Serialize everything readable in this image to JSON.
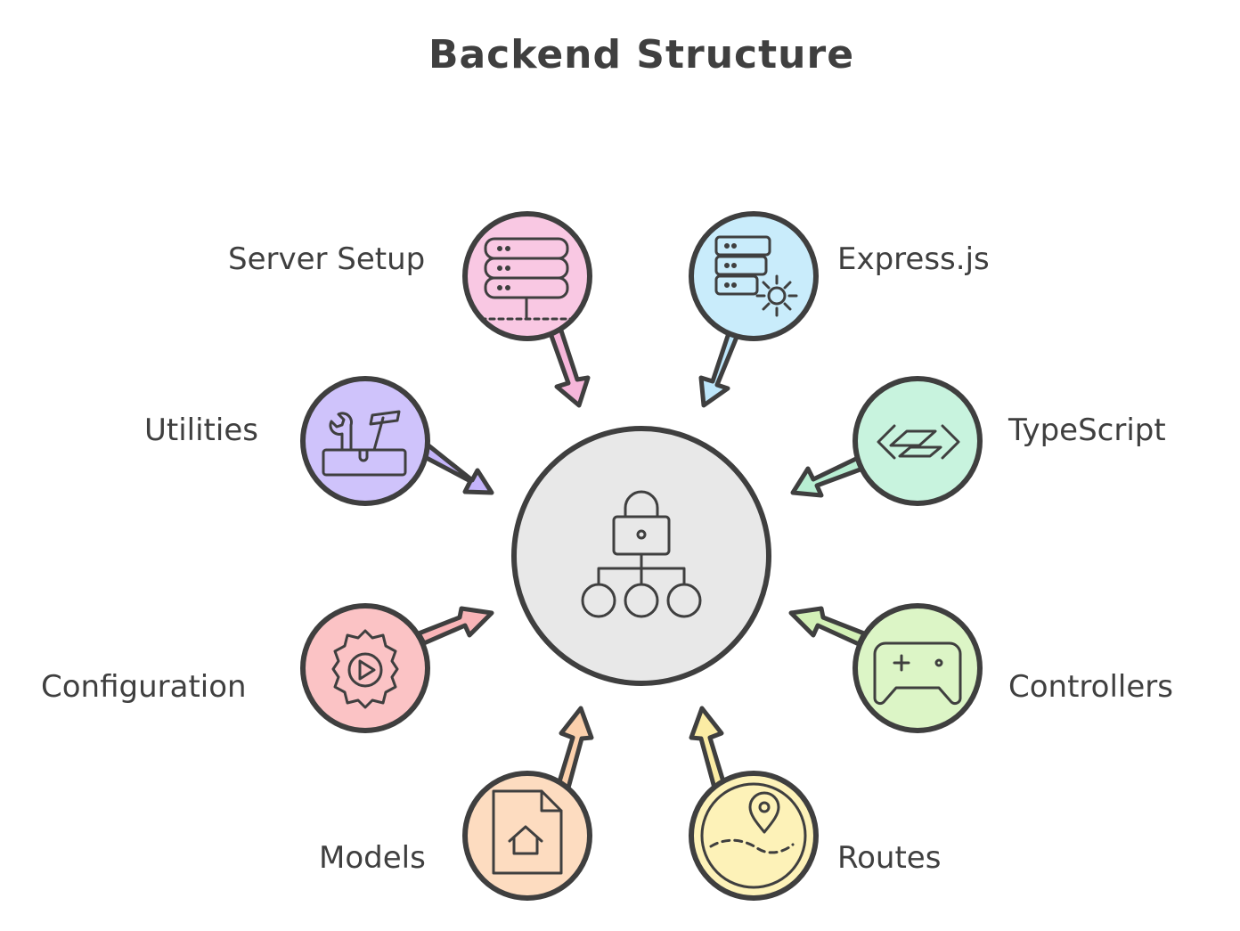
{
  "title": "Backend Structure",
  "center": {
    "icon": "lock-network-icon",
    "fill": "#e8e8e8"
  },
  "nodes": [
    {
      "id": "server-setup",
      "label": "Server Setup",
      "icon": "server-stack-icon",
      "fill": "#f9c8e3",
      "arrow": "#f6b6da"
    },
    {
      "id": "expressjs",
      "label": "Express.js",
      "icon": "server-gear-icon",
      "fill": "#c9ecfb",
      "arrow": "#bde6fa"
    },
    {
      "id": "utilities",
      "label": "Utilities",
      "icon": "toolbox-icon",
      "fill": "#cfc3fb",
      "arrow": "#c4b4fa"
    },
    {
      "id": "typescript",
      "label": "TypeScript",
      "icon": "code-arrows-icon",
      "fill": "#c8f3de",
      "arrow": "#b8eed2"
    },
    {
      "id": "configuration",
      "label": "Configuration",
      "icon": "gear-play-icon",
      "fill": "#fbc3c5",
      "arrow": "#f9b4b7"
    },
    {
      "id": "controllers",
      "label": "Controllers",
      "icon": "gamepad-icon",
      "fill": "#dcf5c6",
      "arrow": "#d2f0b6"
    },
    {
      "id": "models",
      "label": "Models",
      "icon": "document-home-icon",
      "fill": "#fddcc0",
      "arrow": "#fbd0ac"
    },
    {
      "id": "routes",
      "label": "Routes",
      "icon": "map-pin-icon",
      "fill": "#fdf2b8",
      "arrow": "#fbeca4"
    }
  ],
  "colors": {
    "stroke": "#3f3f3f",
    "text": "#3f3f3f",
    "background": "#ffffff"
  }
}
